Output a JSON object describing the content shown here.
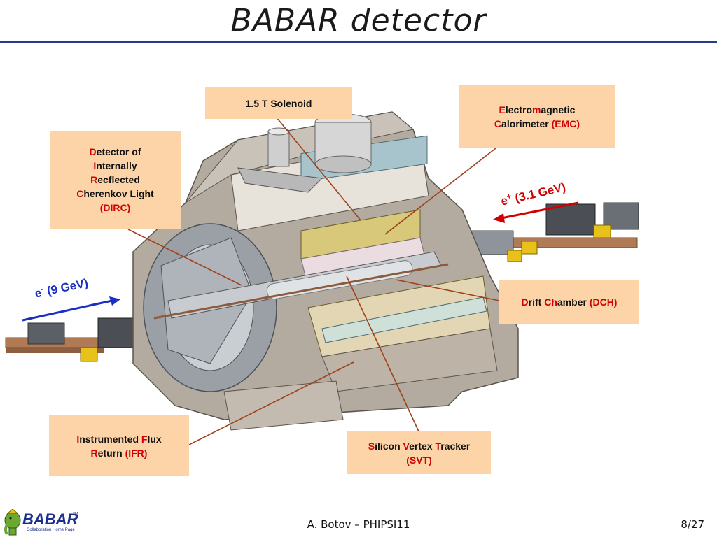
{
  "title": "BABAR detector",
  "footer": {
    "author": "A. Botov – PHIPSI11",
    "page": "8/27"
  },
  "logo": {
    "text": "BABAR",
    "tm": "TM",
    "subtitle": "Collaboration Home Page"
  },
  "labels": {
    "solenoid": "1.5 T Solenoid",
    "emc": {
      "l1a": "E",
      "l1b": "lectro",
      "l1c": "m",
      "l1d": "agnetic",
      "l2a": "C",
      "l2b": "alorimeter ",
      "l2c": "(EMC)"
    },
    "dirc": {
      "l1a": "D",
      "l1b": "etector of",
      "l2a": "I",
      "l2b": "nternally",
      "l3a": "R",
      "l3b": "ecflected",
      "l4a": "C",
      "l4b": "herenkov Light",
      "l5": "(DIRC)"
    },
    "dch": {
      "a": "D",
      "b": "rift ",
      "c": "Ch",
      "d": "amber ",
      "e": "(DCH)"
    },
    "ifr": {
      "l1a": "I",
      "l1b": "nstrumented ",
      "l1c": "F",
      "l1d": "lux",
      "l2a": "R",
      "l2b": "eturn ",
      "l2c": "(IFR)"
    },
    "svt": {
      "l1a": "S",
      "l1b": "ilicon ",
      "l1c": "V",
      "l1d": "ertex ",
      "l1e": "T",
      "l1f": "racker",
      "l2": "(SVT)"
    }
  },
  "beams": {
    "electron": {
      "particle": "e",
      "charge": "-",
      "energy": "(9 GeV)",
      "color": "#1a2fc4"
    },
    "positron": {
      "particle": "e",
      "charge": "+",
      "energy": "(3.1 GeV)",
      "color": "#d10000"
    }
  },
  "colors": {
    "box_fill": "#fcd4a8",
    "highlight": "#d10000",
    "leader": "#a0401c",
    "rule": "#2b3a8c"
  }
}
